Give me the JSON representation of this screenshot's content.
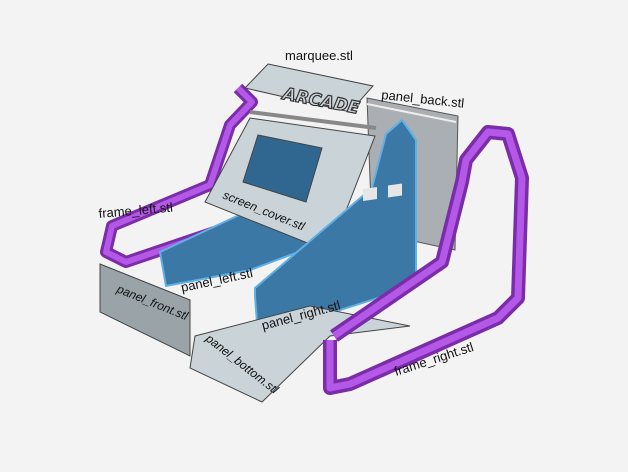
{
  "labels": {
    "marquee": "marquee.stl",
    "panel_back": "panel_back.stl",
    "frame_left": "frame_left.stl",
    "screen_cover": "screen_cover.stl",
    "panel_left": "panel_left.stl",
    "panel_front": "panel_front.stl",
    "panel_right": "panel_right.stl",
    "panel_bottom": "panel_bottom.stl",
    "frame_right": "frame_right.stl"
  },
  "marquee_text": "ARCADE",
  "colors": {
    "frame": "#9a3fd1",
    "panel_blue": "#3c78a6",
    "panel_edge": "#5fb0e6",
    "plate": "#c9d3d8",
    "back": "#a7adb0"
  }
}
